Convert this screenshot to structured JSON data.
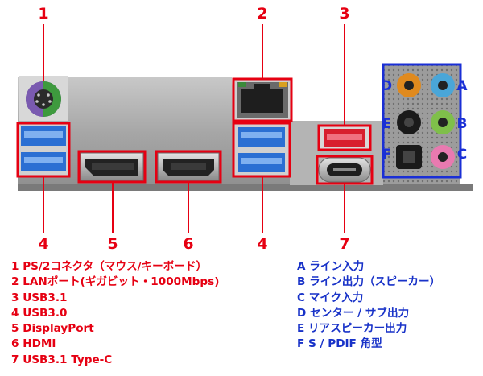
{
  "callouts": {
    "c1": "1",
    "c2": "2",
    "c3": "3",
    "c4_left": "4",
    "c5": "5",
    "c6": "6",
    "c4_right": "4",
    "c7": "7"
  },
  "audio_letters": {
    "a": "A",
    "b": "B",
    "c": "C",
    "d": "D",
    "e": "E",
    "f": "F"
  },
  "legend_left": [
    "1 PS/2コネクタ（マウス/キーボード）",
    "2 LANポート(ギガビット・1000Mbps)",
    "3 USB3.1",
    "4 USB3.0",
    "5 DisplayPort",
    "6 HDMI",
    "7 USB3.1 Type-C"
  ],
  "legend_right": [
    "A ライン入力",
    "B ライン出力（スピーカー）",
    "C マイク入力",
    "D センター / サブ出力",
    "E リアスピーカー出力",
    "F S / PDIF 角型"
  ],
  "colors": {
    "callout_red": "#e60012",
    "legend_blue": "#1832c8",
    "audio_frame_blue": "#1a2fd6",
    "usb3_blue": "#2f6fd8",
    "usb31_red": "#d81e2e",
    "ps2_purple": "#6a4aa0",
    "ps2_green": "#3a9a3a",
    "audio_line_in": "#4aa6d8",
    "audio_line_out": "#7fbf4a",
    "audio_mic": "#e87ab0",
    "audio_center_sub": "#e08a1e",
    "audio_rear": "#1a1a1a",
    "panel_metal": "#a8a8a8"
  }
}
